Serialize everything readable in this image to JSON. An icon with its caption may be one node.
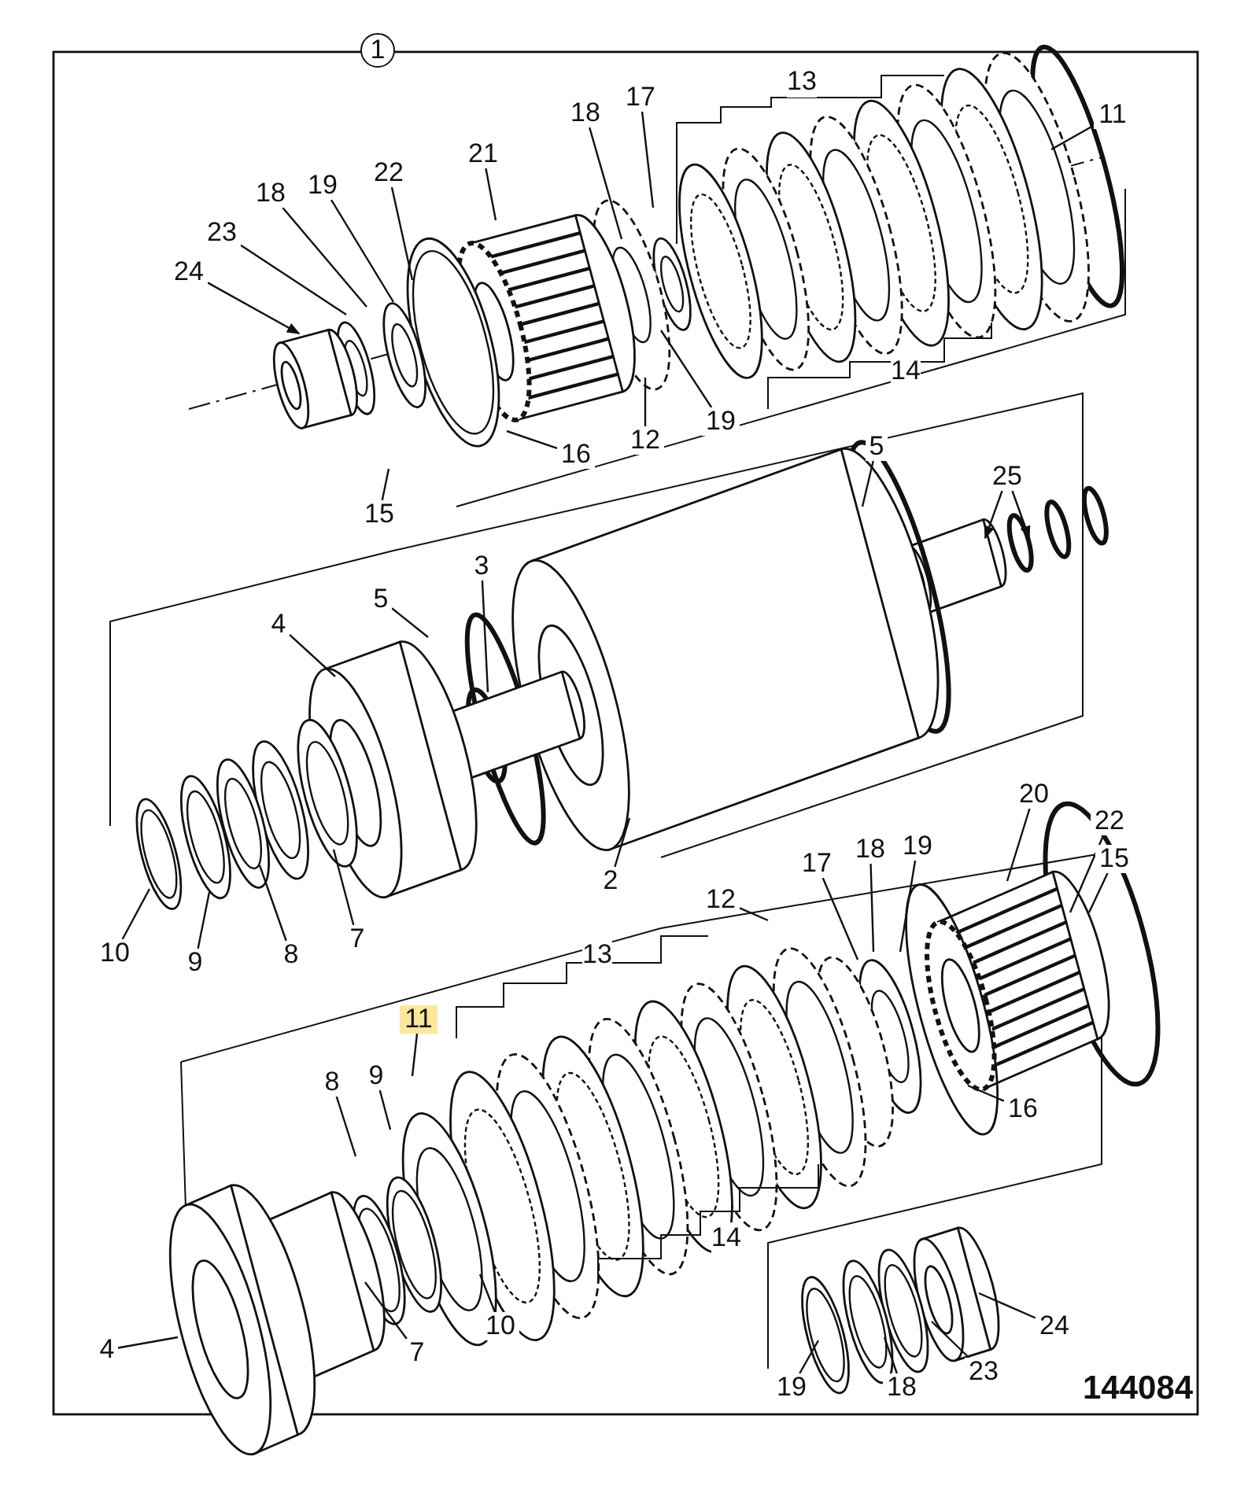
{
  "diagram": {
    "nodes": [
      {
        "text": [
          "1"
        ]
      },
      {
        "text": [
          "17"
        ]
      },
      {
        "text": [
          "18"
        ]
      },
      {
        "text": [
          "11"
        ]
      },
      {
        "text": [
          "21"
        ]
      },
      {
        "text": [
          "22"
        ]
      },
      {
        "text": [
          "19"
        ]
      },
      {
        "text": [
          "18"
        ]
      },
      {
        "text": [
          "23"
        ]
      },
      {
        "text": [
          "24"
        ]
      },
      {
        "text": [
          "19"
        ]
      },
      {
        "text": [
          "12"
        ]
      },
      {
        "text": [
          "16"
        ]
      },
      {
        "text": [
          "15"
        ]
      },
      {
        "text": [
          "5"
        ]
      },
      {
        "text": [
          "25"
        ]
      },
      {
        "text": [
          "3"
        ]
      },
      {
        "text": [
          "5"
        ]
      },
      {
        "text": [
          "4"
        ]
      },
      {
        "text": [
          "2"
        ]
      },
      {
        "text": [
          "10"
        ]
      },
      {
        "text": [
          "9"
        ]
      },
      {
        "text": [
          "8"
        ]
      },
      {
        "text": [
          "7"
        ]
      },
      {
        "text": [
          "20"
        ]
      },
      {
        "text": [
          "22"
        ]
      },
      {
        "text": [
          "15"
        ]
      },
      {
        "text": [
          "12"
        ]
      },
      {
        "text": [
          "17"
        ]
      },
      {
        "text": [
          "18"
        ]
      },
      {
        "text": [
          "19"
        ]
      },
      {
        "text": [
          "11"
        ]
      },
      {
        "text": [
          "8"
        ]
      },
      {
        "text": [
          "9"
        ]
      },
      {
        "text": [
          "16"
        ]
      },
      {
        "text": [
          "4"
        ]
      },
      {
        "text": [
          "7"
        ]
      },
      {
        "text": [
          "10"
        ]
      },
      {
        "text": [
          "24"
        ]
      },
      {
        "text": [
          "19"
        ]
      },
      {
        "text": [
          "18"
        ]
      },
      {
        "text": [
          "23"
        ]
      }
    ],
    "edges": [
      {
        "from": 1,
        "to": null,
        "arrow": "none"
      },
      {
        "from": 2,
        "to": null,
        "arrow": "none"
      },
      {
        "from": 3,
        "to": null,
        "arrow": "none"
      },
      {
        "from": 4,
        "to": null,
        "arrow": "none"
      },
      {
        "from": 5,
        "to": null,
        "arrow": "none"
      },
      {
        "from": 6,
        "to": null,
        "arrow": "none"
      },
      {
        "from": 7,
        "to": null,
        "arrow": "none"
      },
      {
        "from": 8,
        "to": null,
        "arrow": "none"
      },
      {
        "from": 9,
        "to": null,
        "arrow": "to"
      },
      {
        "from": 10,
        "to": null,
        "arrow": "none"
      },
      {
        "from": 11,
        "to": null,
        "arrow": "none"
      },
      {
        "from": 12,
        "to": null,
        "arrow": "none"
      },
      {
        "from": 13,
        "to": null,
        "arrow": "none"
      },
      {
        "from": 14,
        "to": null,
        "arrow": "none"
      },
      {
        "from": 15,
        "to": null,
        "arrow": "to"
      },
      {
        "from": 15,
        "to": null,
        "arrow": "to"
      },
      {
        "from": 16,
        "to": null,
        "arrow": "none"
      },
      {
        "from": 17,
        "to": null,
        "arrow": "none"
      },
      {
        "from": 18,
        "to": null,
        "arrow": "none"
      },
      {
        "from": 19,
        "to": null,
        "arrow": "none"
      },
      {
        "from": 20,
        "to": null,
        "arrow": "none"
      },
      {
        "from": 21,
        "to": null,
        "arrow": "none"
      },
      {
        "from": 22,
        "to": null,
        "arrow": "none"
      },
      {
        "from": 23,
        "to": null,
        "arrow": "none"
      },
      {
        "from": 24,
        "to": null,
        "arrow": "none"
      },
      {
        "from": 25,
        "to": null,
        "arrow": "none"
      },
      {
        "from": 26,
        "to": null,
        "arrow": "none"
      },
      {
        "from": 27,
        "to": null,
        "arrow": "none"
      },
      {
        "from": 28,
        "to": null,
        "arrow": "none"
      },
      {
        "from": 29,
        "to": null,
        "arrow": "none"
      },
      {
        "from": 30,
        "to": null,
        "arrow": "none"
      },
      {
        "from": 31,
        "to": null,
        "arrow": "none"
      },
      {
        "from": 32,
        "to": null,
        "arrow": "none"
      },
      {
        "from": 33,
        "to": null,
        "arrow": "none"
      },
      {
        "from": 34,
        "to": null,
        "arrow": "none"
      },
      {
        "from": 35,
        "to": null,
        "arrow": "none"
      },
      {
        "from": 36,
        "to": null,
        "arrow": "none"
      },
      {
        "from": 37,
        "to": null,
        "arrow": "none"
      },
      {
        "from": 38,
        "to": null,
        "arrow": "none"
      },
      {
        "from": 39,
        "to": null,
        "arrow": "none"
      },
      {
        "from": 40,
        "to": null,
        "arrow": "none"
      },
      {
        "from": 41,
        "to": null,
        "arrow": "none"
      }
    ],
    "labels": [
      "13",
      "14",
      "13",
      "14",
      "144084"
    ]
  }
}
